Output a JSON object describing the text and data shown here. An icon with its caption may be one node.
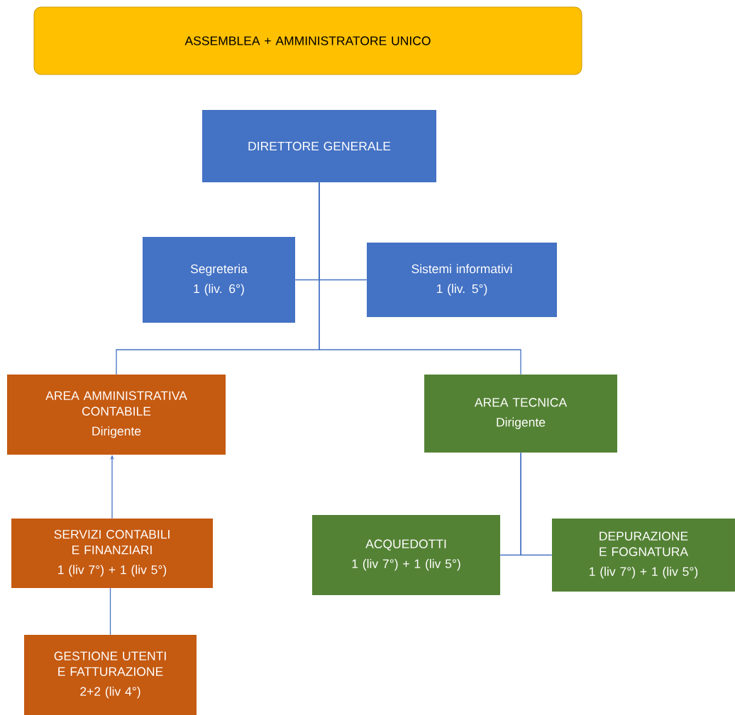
{
  "diagram": {
    "nodes": [
      {
        "text": [
          "ASSEMBLEA + AMMINISTRATORE UNICO"
        ]
      },
      {
        "text": [
          "DIRETTORE GENERALE"
        ]
      },
      {
        "text": [
          "Segreteria",
          "1 (liv. 6°)"
        ]
      },
      {
        "text": [
          "Sistemi informativi",
          "1 (liv. 5°)"
        ]
      },
      {
        "text": [
          "AREA AMMINISTRATIVA CONTABILE",
          "Dirigente"
        ]
      },
      {
        "text": [
          "AREA TECNICA",
          "Dirigente"
        ]
      },
      {
        "text": [
          "SERVIZI CONTABILI E FINANZIARI",
          "1 (liv 7°) + 1 (liv 5°)"
        ]
      },
      {
        "text": [
          "GESTIONE UTENTI E FATTURAZIONE",
          "2+2 (liv 4°)"
        ]
      },
      {
        "text": [
          "ACQUEDOTTI",
          "1 (liv 7°) + 1 (liv 5°)"
        ]
      },
      {
        "text": [
          "DEPURAZIONE E FOGNATURA",
          "1 (liv 7°) + 1 (liv 5°)"
        ]
      }
    ],
    "edges": [
      {
        "from": 1,
        "to": 2,
        "arrow": "none"
      },
      {
        "from": 1,
        "to": 3,
        "arrow": "none"
      },
      {
        "from": 1,
        "to": 4,
        "arrow": "none"
      },
      {
        "from": 1,
        "to": 5,
        "arrow": "none"
      },
      {
        "from": 6,
        "to": 4,
        "arrow": "to"
      },
      {
        "from": 7,
        "to": 6,
        "arrow": "none"
      },
      {
        "from": 5,
        "to": 8,
        "arrow": "none"
      },
      {
        "from": 5,
        "to": 9,
        "arrow": "none"
      }
    ]
  }
}
